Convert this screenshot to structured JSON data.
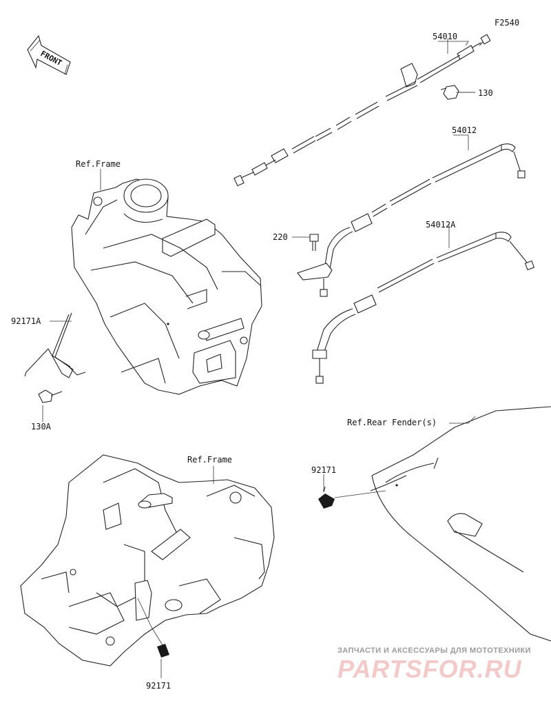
{
  "figure_code": "F2540",
  "front_arrow": "FRONT",
  "labels": {
    "p54010": "54010",
    "p130": "130",
    "p54012": "54012",
    "p54012A": "54012A",
    "p220": "220",
    "ref_frame_1": "Ref.Frame",
    "ref_frame_2": "Ref.Frame",
    "p92171A": "92171A",
    "p130A": "130A",
    "ref_rear_fender": "Ref.Rear Fender(s)",
    "p92171_fender": "92171",
    "p92171_bottom": "92171"
  },
  "watermark": {
    "line1": "ЗАПЧАСТИ И АКСЕССУАРЫ ДЛЯ МОТОТЕХНИКИ",
    "line2": "PARTSFOR.RU"
  },
  "colors": {
    "line": "#222222",
    "watermark_text": "#9b9b9b",
    "watermark_logo": "#f3c9c9"
  }
}
